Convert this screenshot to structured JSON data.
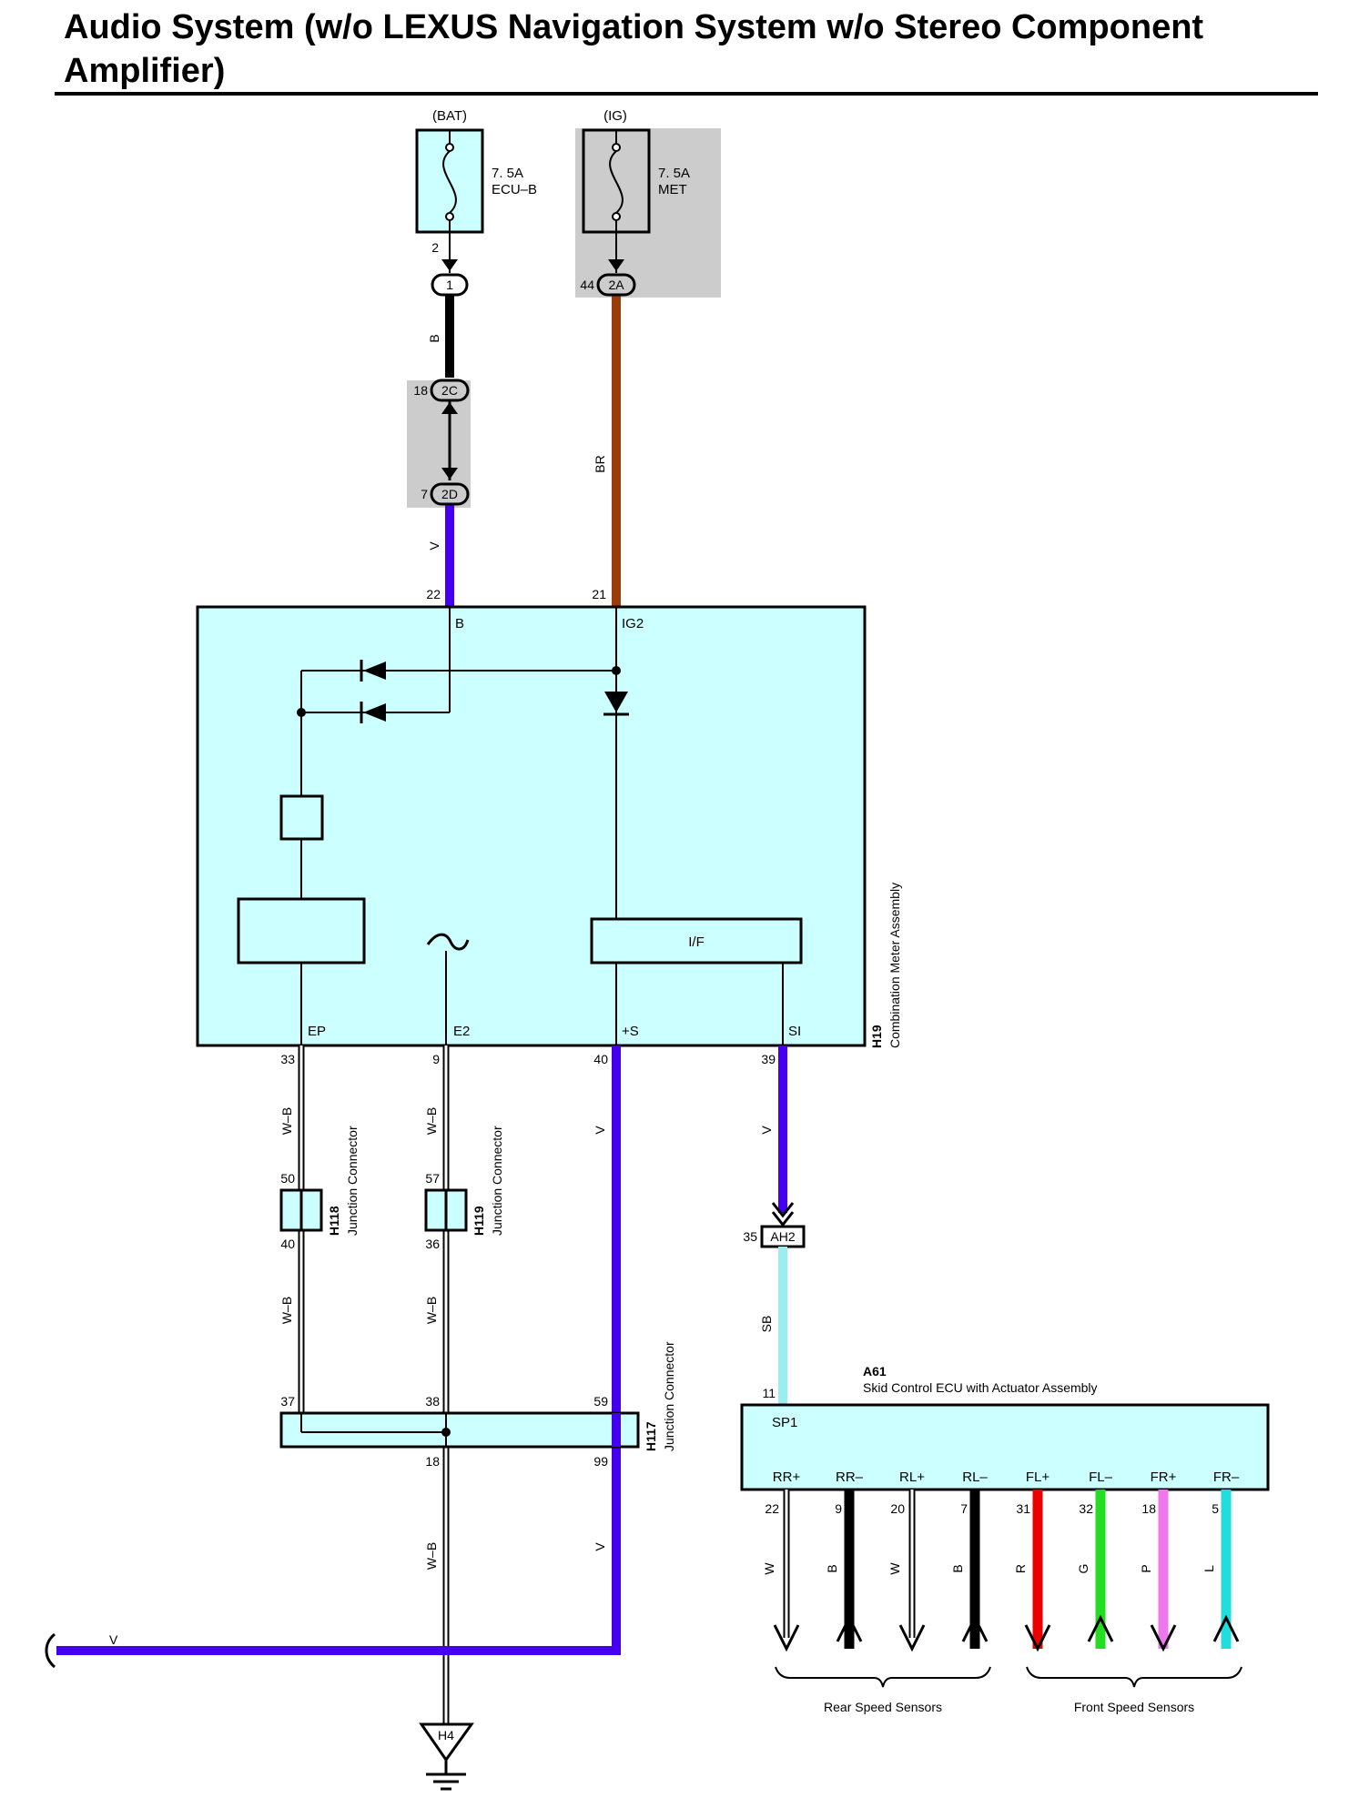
{
  "title": "Audio System (w/o LEXUS Navigation System w/o Stereo Component Amplifier)",
  "colors": {
    "component_fill": "#ccffff",
    "shade": "#cccccc",
    "wire_V": "#4400ee",
    "wire_BR": "#9b3d0a",
    "wire_SB": "#99eeee",
    "wire_R": "#ee0000",
    "wire_G": "#22dd22",
    "wire_P": "#ee77ee",
    "wire_L": "#22dddd"
  },
  "fuses": {
    "ecu_b": {
      "source": "(BAT)",
      "rating": "7. 5A",
      "name": "ECU–B",
      "out_pin": "2"
    },
    "met": {
      "source": "(IG)",
      "rating": "7. 5A",
      "name": "MET"
    }
  },
  "connectors": {
    "c1": {
      "label": "1"
    },
    "c2a": {
      "label": "2A",
      "pin": "44"
    },
    "c2c": {
      "label": "2C",
      "pin": "18"
    },
    "c2d": {
      "label": "2D",
      "pin": "7"
    },
    "ah2": {
      "label": "AH2",
      "pin": "35"
    }
  },
  "wire_codes": {
    "b_upper": "B",
    "br": "BR",
    "v_upper": "V",
    "wb_ep_top": "W–B",
    "wb_e2_top": "W–B",
    "v_plus_s": "V",
    "v_si": "V",
    "wb_ep_mid": "W–B",
    "wb_e2_mid": "W–B",
    "sb": "SB",
    "wb_ground": "W–B",
    "v_lower": "V",
    "v_horizontal": "V"
  },
  "meter": {
    "code": "H19",
    "name": "Combination Meter Assembly",
    "terminal_b": "B",
    "terminal_ig2": "IG2",
    "pin_b": "22",
    "pin_ig2": "21",
    "if_label": "I/F",
    "terminal_ep": "EP",
    "terminal_e2": "E2",
    "terminal_plus_s": "+S",
    "terminal_si": "SI",
    "pin_ep": "33",
    "pin_e2": "9",
    "pin_plus_s": "40",
    "pin_si": "39"
  },
  "h118": {
    "code": "H118",
    "name": "Junction Connector",
    "pin_top": "50",
    "pin_bottom": "40"
  },
  "h119": {
    "code": "H119",
    "name": "Junction Connector",
    "pin_top": "57",
    "pin_bottom": "36"
  },
  "h117": {
    "code": "H117",
    "name": "Junction Connector",
    "pin_ep": "37",
    "pin_e2": "38",
    "pin_v_in": "59",
    "pin_ground": "18",
    "pin_v_out": "99"
  },
  "ground": {
    "label": "H4"
  },
  "ecu": {
    "code": "A61",
    "name": "Skid Control ECU with Actuator Assembly",
    "terminal_sp1": "SP1",
    "pin_sp1": "11",
    "terminals": [
      {
        "name": "RR+",
        "pin": "22",
        "wire": "W"
      },
      {
        "name": "RR–",
        "pin": "9",
        "wire": "B"
      },
      {
        "name": "RL+",
        "pin": "20",
        "wire": "W"
      },
      {
        "name": "RL–",
        "pin": "7",
        "wire": "B"
      },
      {
        "name": "FL+",
        "pin": "31",
        "wire": "R"
      },
      {
        "name": "FL–",
        "pin": "32",
        "wire": "G"
      },
      {
        "name": "FR+",
        "pin": "18",
        "wire": "P"
      },
      {
        "name": "FR–",
        "pin": "5",
        "wire": "L"
      }
    ]
  },
  "sensor_groups": {
    "rear": "Rear Speed Sensors",
    "front": "Front Speed Sensors"
  }
}
